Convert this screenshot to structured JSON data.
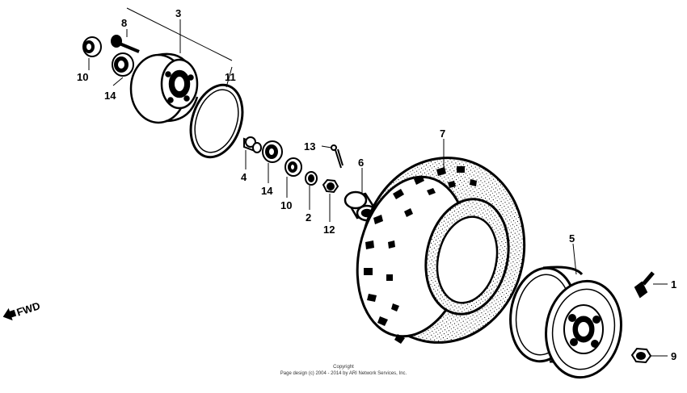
{
  "callouts": {
    "c1": "1",
    "c2": "2",
    "c3": "3",
    "c4": "4",
    "c5": "5",
    "c6": "6",
    "c7": "7",
    "c8": "8",
    "c9": "9",
    "c10a": "10",
    "c10b": "10",
    "c11": "11",
    "c12": "12",
    "c13": "13",
    "c14a": "14",
    "c14b": "14"
  },
  "fwd_label": "FWD",
  "copyright": {
    "line1": "Copyright",
    "line2": "Page design (c) 2004 - 2014 by ARI Network Services, Inc."
  }
}
